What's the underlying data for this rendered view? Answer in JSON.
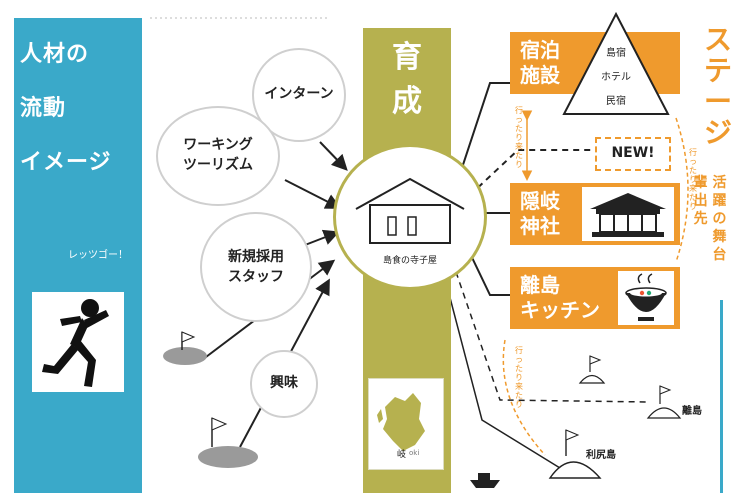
{
  "left_panel": {
    "title_lines": [
      "人材の",
      "流動",
      "イメージ"
    ],
    "lets_go": "レッツゴー！",
    "runner_icon": "running-person-icon",
    "color": "#3aa9c9"
  },
  "center": {
    "title_chars": [
      "育",
      "成"
    ],
    "terakoya_label": "島食の寺子屋",
    "map_label": "岐",
    "map_sub": "oki",
    "color": "#b6b14f"
  },
  "bubbles": {
    "intern": "インターン",
    "working_tourism": [
      "ワーキング",
      "ツーリズム"
    ],
    "new_staff": [
      "新規採用",
      "スタッフ"
    ],
    "interest": "興味"
  },
  "stages": {
    "lodging": [
      "宿泊",
      "施設"
    ],
    "lodging_types": [
      "島宿",
      "ホテル",
      "民宿"
    ],
    "new": "NEW!",
    "shrine": [
      "隠岐",
      "神社"
    ],
    "kitchen": [
      "離島",
      "キッチン"
    ],
    "back_and_forth_1": "行ったり来たり",
    "back_and_forth_2": "行ったり来たり",
    "back_and_forth_3": "行ったり来たり",
    "color": "#ef9a2d"
  },
  "stage_title": "ステージ",
  "stage_sub": [
    "輩出先",
    "活躍の舞台"
  ],
  "islands": {
    "rishiri": "利尻島",
    "ritou": "離島"
  }
}
